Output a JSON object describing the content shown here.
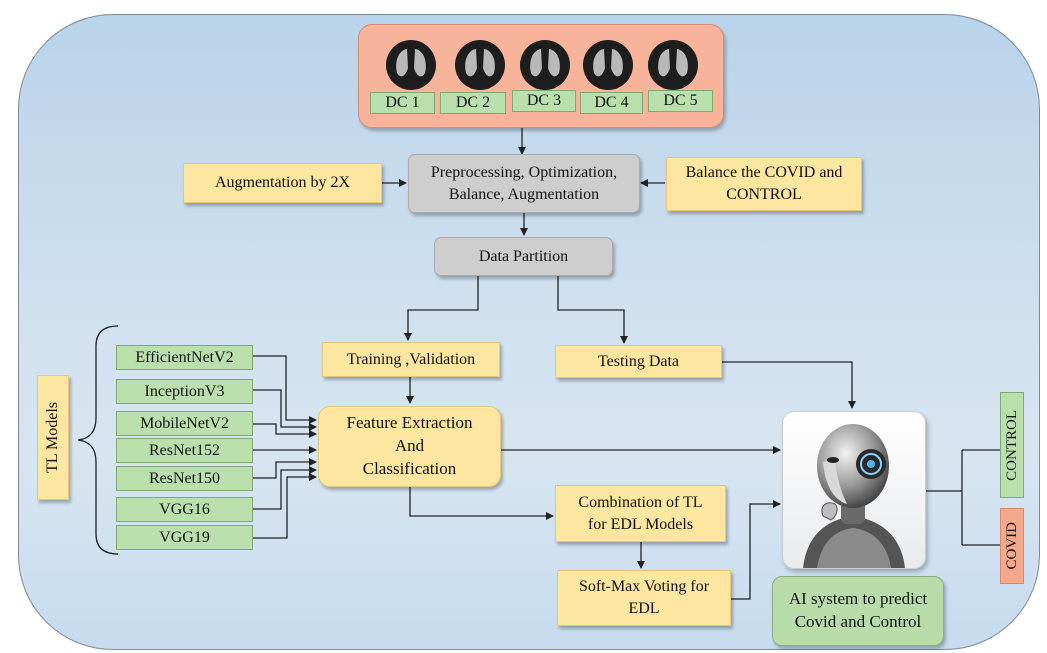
{
  "datasets": [
    "DC 1",
    "DC 2",
    "DC 3",
    "DC 4",
    "DC 5"
  ],
  "preprocessing": {
    "left_label": "Augmentation by 2X",
    "center_line1": "Preprocessing, Optimization,",
    "center_line2": "Balance, Augmentation",
    "right_line1": "Balance the COVID and",
    "right_line2": "CONTROL"
  },
  "partition": "Data Partition",
  "training": "Training ,Validation",
  "testing": "Testing Data",
  "tl_label": "TL Models",
  "tl_models": [
    "EfficientNetV2",
    "InceptionV3",
    "MobileNetV2",
    "ResNet152",
    "ResNet150",
    "VGG16",
    "VGG19"
  ],
  "feature": {
    "line1": "Feature Extraction",
    "line2": "And",
    "line3": "Classification"
  },
  "combination": {
    "line1": "Combination of TL",
    "line2": "for EDL Models"
  },
  "softmax": {
    "line1": "Soft-Max Voting for",
    "line2": "EDL"
  },
  "ai_caption": {
    "line1": "AI system to predict",
    "line2": "Covid and Control"
  },
  "outputs": {
    "control": "CONTROL",
    "covid": "COVID"
  },
  "colors": {
    "background_panel": "#c6dbef",
    "yellow_box": "#fde6a0",
    "gray_box": "#cdcdcd",
    "green_box": "#b9dfac",
    "orange_box": "#f5a98c"
  }
}
